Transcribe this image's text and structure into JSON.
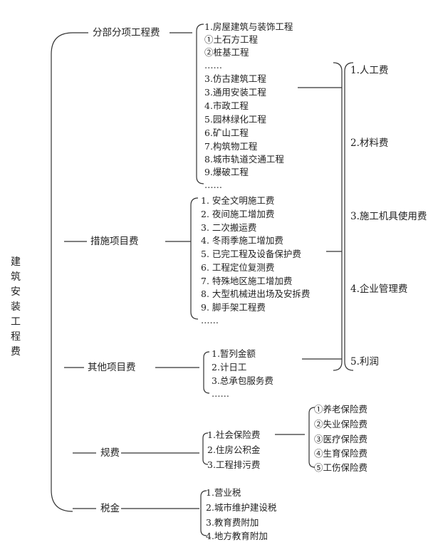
{
  "root_chars": [
    "建",
    "筑",
    "安",
    "装",
    "工",
    "程",
    "费"
  ],
  "categories": [
    "分部分项工程费",
    "措施项目费",
    "其他项目费",
    "规费",
    "税金"
  ],
  "fenbu_items": [
    "1.房屋建筑与装饰工程",
    "①土石方工程",
    "②桩基工程",
    "……",
    "3.仿古建筑工程",
    "3.通用安装工程",
    "4.市政工程",
    "5.园林绿化工程",
    "6.矿山工程",
    "7.构筑物工程",
    "8.城市轨道交通工程",
    "9.爆破工程",
    "……"
  ],
  "cuoshi_items": [
    "1.  安全文明施工费",
    "2.  夜间施工增加费",
    "3.   二次搬运费",
    "4.  冬雨季施工增加费",
    "5.  已完工程及设备保护费",
    "6.  工程定位复测费",
    "7.  特殊地区施工增加费",
    "8. 大型机械进出场及安拆费",
    "9.  脚手架工程费",
    "……"
  ],
  "qita_items": [
    "1.暂列金额",
    "2.计日工",
    "3.总承包服务费",
    "……"
  ],
  "guifei_items": [
    "1.社会保险费",
    "2.住房公积金",
    "3.工程排污费"
  ],
  "insurance_items": [
    "①养老保险费",
    "②失业保险费",
    "③医疗保险费",
    "④生育保险费",
    "⑤工伤保险费"
  ],
  "shuijin_items": [
    "1.营业税",
    "2.城市维护建设税",
    "3.教育费附加",
    "4.地方教育附加"
  ],
  "cost_elements": [
    "1.人工费",
    "2.材料费",
    "3.施工机具使用费",
    "4.企业管理费",
    "5.利润"
  ]
}
